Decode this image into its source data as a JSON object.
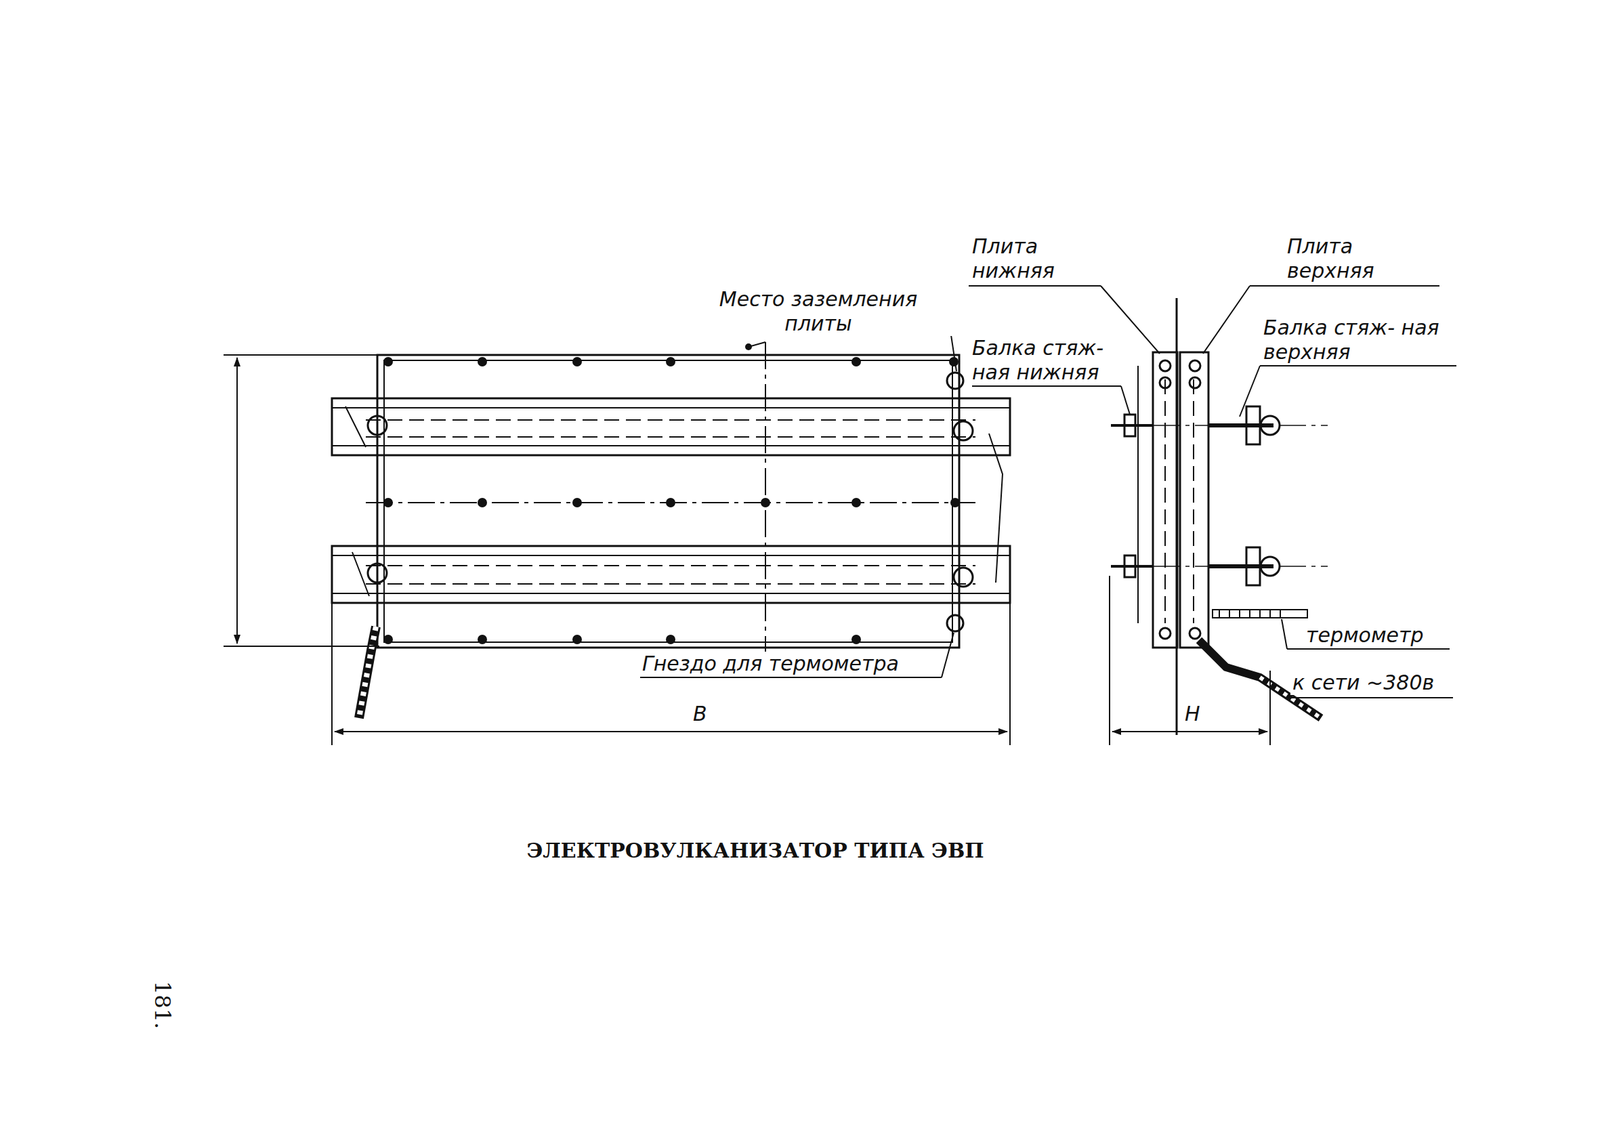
{
  "diagram": {
    "caption": "ЭЛЕКТРОВУЛКАНИЗАТОР ТИПА ЭВП",
    "labels": [
      "Место заземления плиты",
      "Балка стяж- ная нижняя",
      "Гнездо для термометра",
      "В",
      "Плита нижняя",
      "Плита верхняя",
      "Балка стяж- ная верхняя",
      "термометр",
      "к сети ~380в",
      "Н",
      "181."
    ]
  }
}
